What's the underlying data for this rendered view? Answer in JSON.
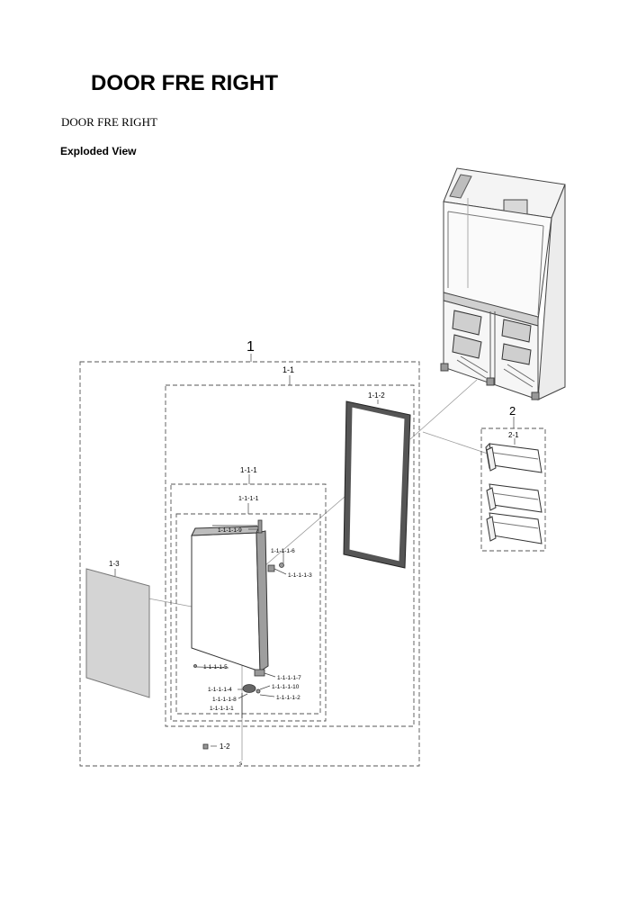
{
  "header": {
    "title": "DOOR FRE RIGHT",
    "subtitle": "DOOR FRE RIGHT",
    "section": "Exploded View"
  },
  "labels": {
    "asm_1": "1",
    "asm_1_1": "1-1",
    "asm_1_1_1": "1-1-1",
    "asm_1_1_1_1": "1-1-1-1",
    "gasket": "1-1-2",
    "panel": "1-3",
    "part_1_2": "1-2",
    "part_1_1_1_1_9": "1-1-1-1-9",
    "part_1_1_1_1_6": "1-1-1-1-6",
    "part_1_1_1_1_3": "1-1-1-1-3",
    "part_1_1_1_1_5": "1-1-1-1-5",
    "part_1_1_1_1_7": "1-1-1-1-7",
    "part_1_1_1_1_4": "1-1-1-1-4",
    "part_1_1_1_1_10": "1-1-1-1-10",
    "part_1_1_1_1_8": "1-1-1-1-8",
    "part_1_1_1_1_2": "1-1-1-1-2",
    "part_1_1_1_1_1": "1-1-1-1-1",
    "part_s": "s",
    "asm_2": "2",
    "asm_2_1": "2-1"
  }
}
